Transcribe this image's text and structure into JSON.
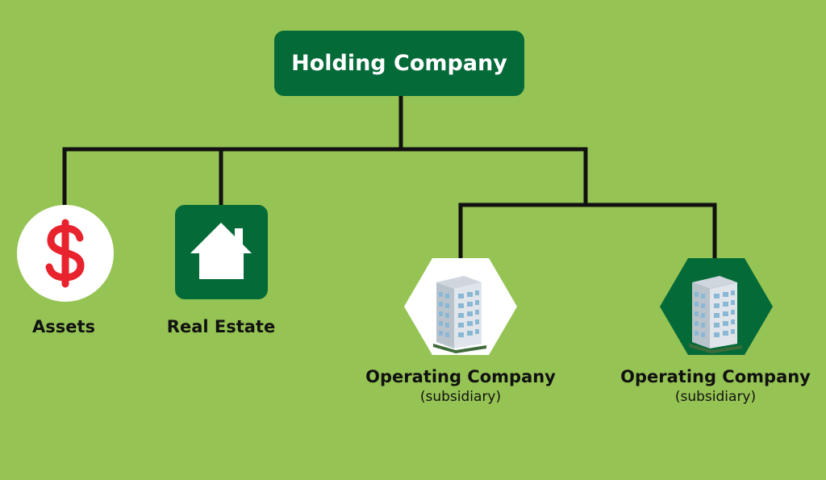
{
  "root": {
    "label": "Holding Company"
  },
  "nodes": [
    {
      "label": "Assets",
      "icon": "dollar-icon",
      "icon_color": "#e8232d"
    },
    {
      "label": "Real Estate",
      "icon": "house-icon"
    },
    {
      "label": "Operating Company",
      "sublabel": "(subsidiary)",
      "icon": "office-building-icon"
    },
    {
      "label": "Operating Company",
      "sublabel": "(subsidiary)",
      "icon": "office-building-icon"
    }
  ],
  "colors": {
    "background": "#96c454",
    "dark_green": "#046a38",
    "white": "#ffffff",
    "connector": "#111111",
    "dollar_red": "#e8232d"
  }
}
